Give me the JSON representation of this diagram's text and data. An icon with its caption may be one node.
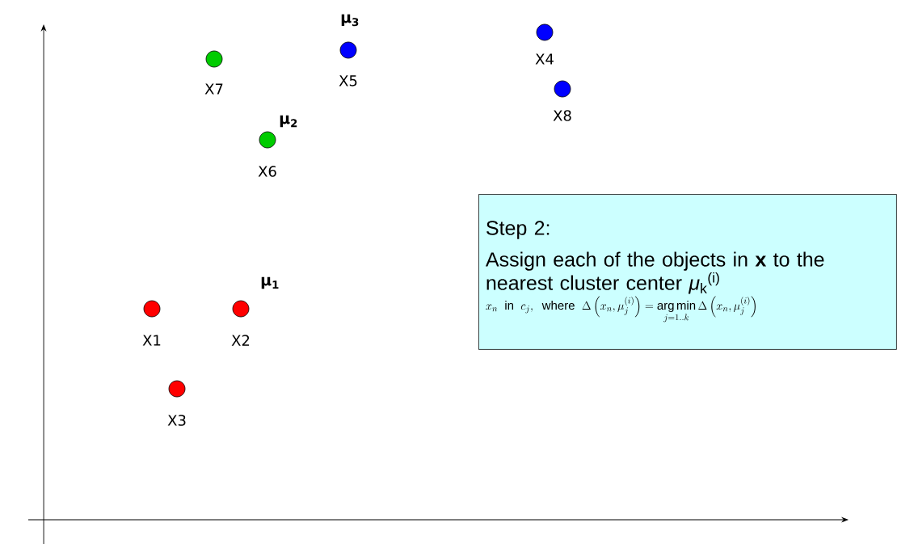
{
  "diagram": {
    "nodes": [
      {
        "text": [
          "Step 2:",
          "Assign each of the objects in **x** to the nearest cluster center *μ*$_{k}$$^{(i)}$",
          "x_n \\text{ in } c_j, \\text{ where } \\Delta\\left(x_n, \\mu_j^{(i)}\\right) = \\mathop{\\arg\\min}\\limits_{j=1..k} \\Delta\\left(x_n, \\mu_j^{(i)}\\right)"
        ]
      }
    ],
    "labels": [
      "μ$_{3}$",
      "X4",
      "X7",
      "X5",
      "μ$_{2}$",
      "X8",
      "X6",
      "μ$_{1}$",
      "X1",
      "X2",
      "X3"
    ]
  }
}
